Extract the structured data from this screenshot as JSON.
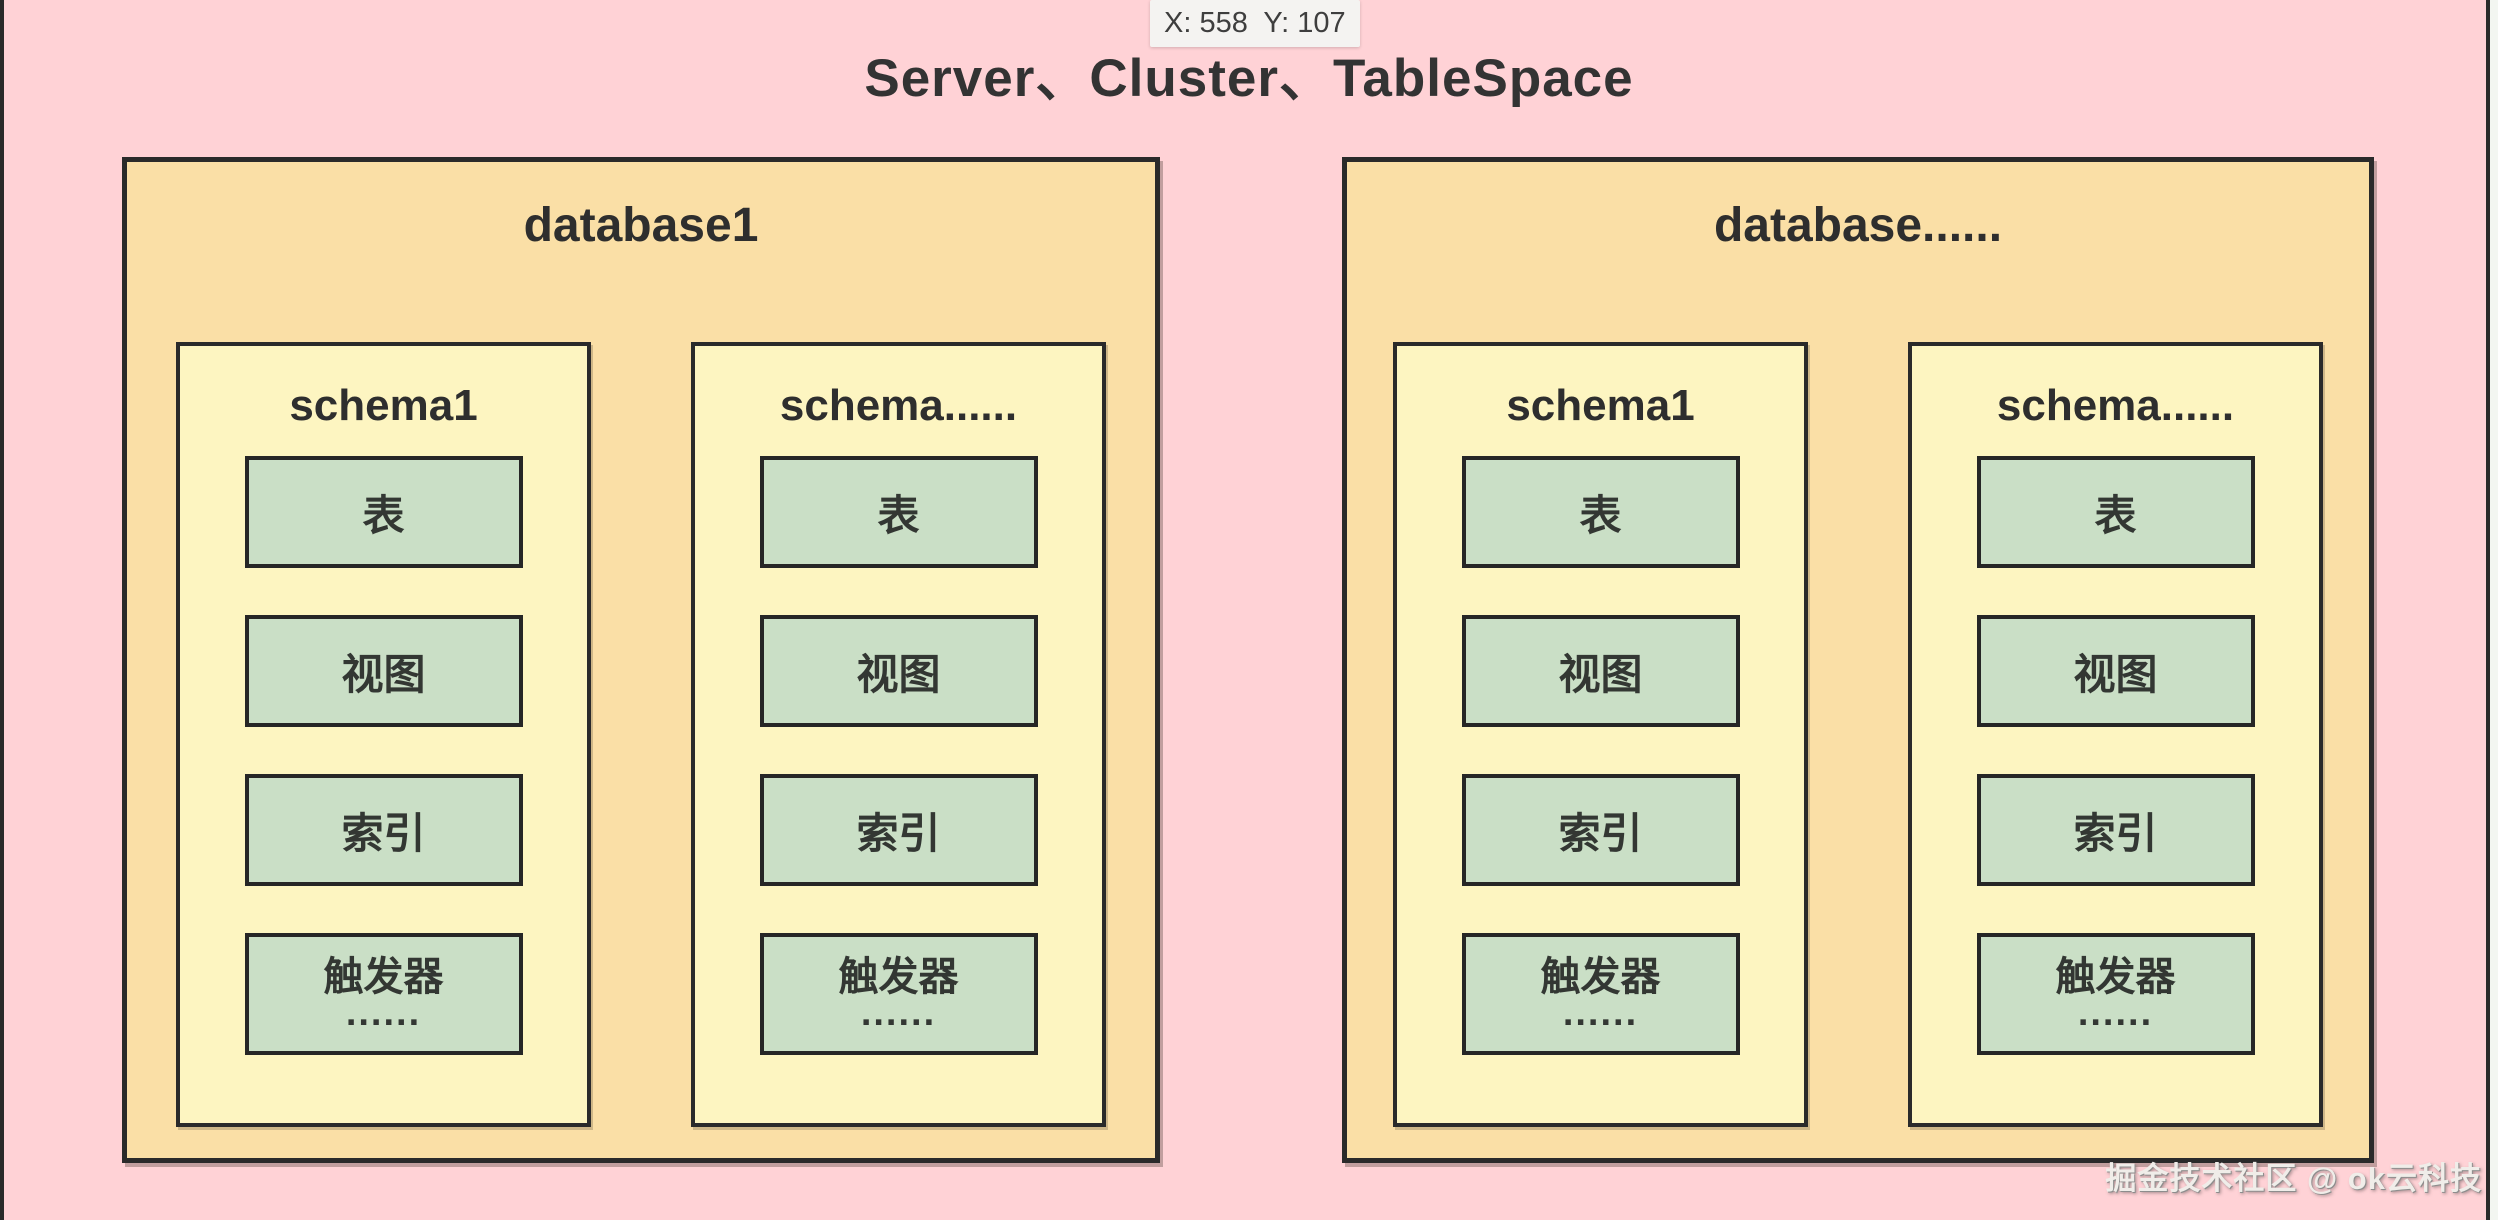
{
  "page": {
    "title": "Server、Cluster、TableSpace",
    "tooltip": "X: 558  Y: 107",
    "watermark": "掘金技术社区 @ ok云科技"
  },
  "colors": {
    "background": "#ffd2d6",
    "database_fill": "#fadfa6",
    "schema_fill": "#fdf5c1",
    "item_fill": "#cadfc6",
    "border": "#2a2a2a",
    "title_text": "#333333"
  },
  "databases": [
    {
      "title": "database1",
      "schemas": [
        {
          "title": "schema1",
          "items": [
            {
              "label": "表"
            },
            {
              "label": "视图"
            },
            {
              "label": "索引"
            },
            {
              "label": "触发器",
              "more": "......"
            }
          ]
        },
        {
          "title": "schema......",
          "items": [
            {
              "label": "表"
            },
            {
              "label": "视图"
            },
            {
              "label": "索引"
            },
            {
              "label": "触发器",
              "more": "......"
            }
          ]
        }
      ]
    },
    {
      "title": "database......",
      "schemas": [
        {
          "title": "schema1",
          "items": [
            {
              "label": "表"
            },
            {
              "label": "视图"
            },
            {
              "label": "索引"
            },
            {
              "label": "触发器",
              "more": "......"
            }
          ]
        },
        {
          "title": "schema......",
          "items": [
            {
              "label": "表"
            },
            {
              "label": "视图"
            },
            {
              "label": "索引"
            },
            {
              "label": "触发器",
              "more": "......"
            }
          ]
        }
      ]
    }
  ]
}
